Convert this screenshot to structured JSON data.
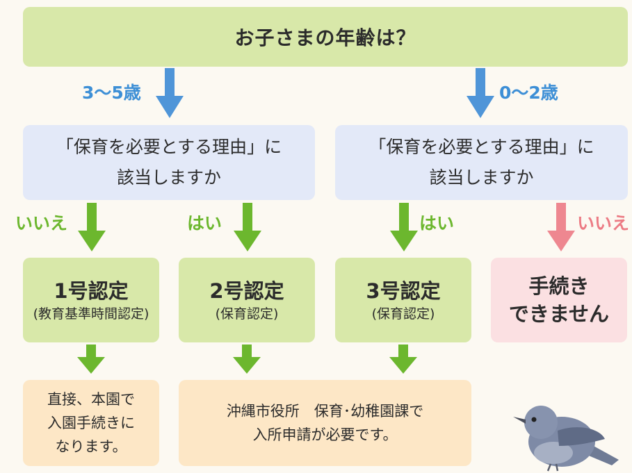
{
  "question": "お子さまの年齢は？",
  "branches": {
    "age_left": "3〜5歳",
    "age_right": "0〜2歳"
  },
  "reason_left": [
    "「保育を必要とする理由」に",
    "該当しますか"
  ],
  "reason_right": [
    "「保育を必要とする理由」に",
    "該当しますか"
  ],
  "answers": {
    "no_left": "いいえ",
    "yes_left": "はい",
    "yes_right": "はい",
    "no_right": "いいえ"
  },
  "results": [
    {
      "title": "1号認定",
      "sub": "(教育基準時間認定)"
    },
    {
      "title": "2号認定",
      "sub": "(保育認定)"
    },
    {
      "title": "3号認定",
      "sub": "(保育認定)"
    },
    {
      "title": [
        "手続き",
        "できません"
      ]
    }
  ],
  "outcomes": {
    "direct": [
      "直接、本園で",
      "入園手続きに",
      "なります。"
    ],
    "office": [
      "沖縄市役所　保育･幼稚園課で",
      "入所申請が必要です。"
    ]
  },
  "colors": {
    "green_box": "#d8e8a9",
    "blue_box": "#e3e9f8",
    "pink_box": "#fbe0e2",
    "peach_box": "#fde7c6",
    "blue_arrow": "#4f95d8",
    "green_arrow": "#6cb72e",
    "pink_arrow": "#ee8790"
  }
}
